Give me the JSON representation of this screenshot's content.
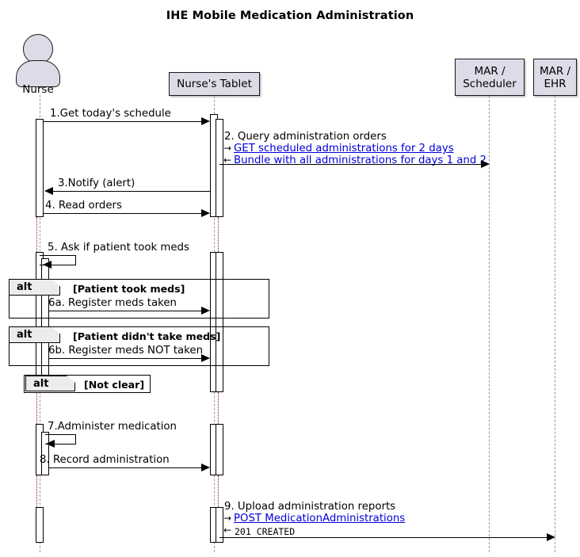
{
  "diagram": {
    "title": "IHE Mobile Medication Administration",
    "type": "uml-sequence-diagram"
  },
  "participants": [
    {
      "id": "nurse",
      "label": "Nurse",
      "kind": "actor"
    },
    {
      "id": "tablet",
      "label": "Nurse's Tablet",
      "kind": "participant"
    },
    {
      "id": "scheduler",
      "label_line1": "MAR /",
      "label_line2": "Scheduler",
      "kind": "participant"
    },
    {
      "id": "ehr",
      "label_line1": "MAR /",
      "label_line2": "EHR",
      "kind": "participant"
    }
  ],
  "messages": [
    {
      "num": "1",
      "label": "1.Get today's schedule",
      "from": "nurse",
      "to": "tablet",
      "style": "solid"
    },
    {
      "num": "2",
      "label": "2. Query administration orders",
      "from": "tablet",
      "to": "scheduler",
      "style": "solid",
      "request": "GET scheduled administrations for 2 days",
      "response": "Bundle with all administrations for days 1 and 2",
      "request_mark": "→",
      "response_mark": "←"
    },
    {
      "num": "3",
      "label": "3.Notify (alert)",
      "from": "tablet",
      "to": "nurse",
      "style": "solid"
    },
    {
      "num": "4",
      "label": "4. Read orders",
      "from": "nurse",
      "to": "tablet",
      "style": "solid"
    },
    {
      "num": "5",
      "label": "5. Ask if patient took meds",
      "from": "nurse",
      "to": "nurse",
      "style": "self"
    },
    {
      "num": "6a",
      "label": "6a. Register meds taken",
      "from": "nurse",
      "to": "tablet",
      "style": "solid"
    },
    {
      "num": "6b",
      "label": "6b. Register meds NOT taken",
      "from": "nurse",
      "to": "tablet",
      "style": "solid"
    },
    {
      "num": "7",
      "label": "7.Administer medication",
      "from": "nurse",
      "to": "nurse",
      "style": "self"
    },
    {
      "num": "8",
      "label": "8. Record administration",
      "from": "nurse",
      "to": "tablet",
      "style": "solid"
    },
    {
      "num": "9",
      "label": "9. Upload administration reports",
      "from": "tablet",
      "to": "ehr",
      "style": "solid",
      "request": "POST MedicationAdministrations",
      "response": "201  CREATED",
      "request_mark": "→",
      "response_mark": "←"
    }
  ],
  "fragments": [
    {
      "keyword": "alt",
      "condition": "[Patient took meds]"
    },
    {
      "keyword": "alt",
      "condition": "[Patient didn't take meds]"
    },
    {
      "keyword": "alt",
      "condition": "[Not clear]"
    }
  ],
  "colors": {
    "participant_fill": "#dcdce8",
    "participant_stroke": "#1a1a1a",
    "link_text": "#0000dd",
    "lifeline": "#9a9a9a",
    "lifeline_destroy": "#88104a",
    "fragment_tab_fill": "#ececec",
    "background": "#ffffff"
  }
}
